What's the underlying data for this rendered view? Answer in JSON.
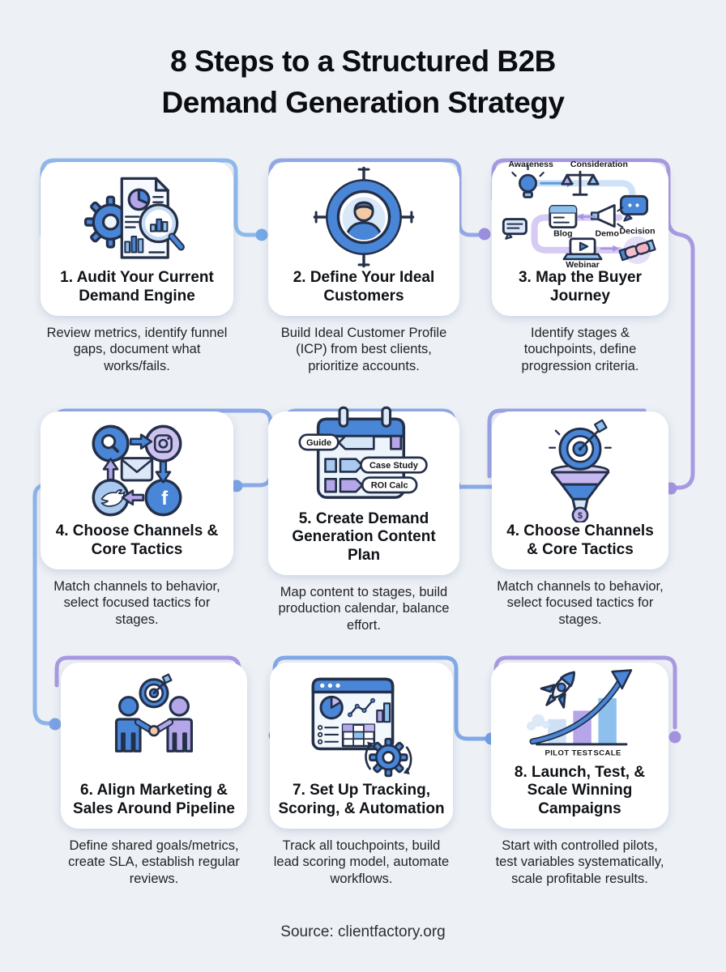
{
  "page": {
    "bg": "#edf0f5",
    "title_line1": "8 Steps to a Structured B2B",
    "title_line2": "Demand Generation Strategy",
    "source": "Source: clientfactory.org"
  },
  "colors": {
    "accent_blue": "#4a86d8",
    "accent_lavender": "#b4a6e8",
    "connector_blue": "#84ade8",
    "connector_purple": "#a79ae2",
    "card_bg": "#ffffff",
    "outline_ink": "#243049"
  },
  "steps": [
    {
      "icon": "audit-document-icon",
      "title": "1. Audit Your Current Demand Engine",
      "desc": "Review metrics, identify funnel gaps, document what works/fails."
    },
    {
      "icon": "target-customer-icon",
      "title": "2. Define Your Ideal Customers",
      "desc": "Build Ideal Customer Profile (ICP) from best clients, prioritize accounts."
    },
    {
      "icon": "buyer-journey-icon",
      "title": "3. Map the Buyer Journey",
      "desc": "Identify stages & touchpoints, define progression criteria.",
      "labels": {
        "awareness": "Awareness",
        "consideration": "Consideration",
        "blog": "Blog",
        "demo": "Demo",
        "decision": "Decision",
        "webinar": "Webinar"
      }
    },
    {
      "icon": "channels-icon",
      "title": "4. Choose Channels & Core Tactics",
      "desc": "Match channels to behavior, select focused tactics for stages.",
      "facebook_glyph": "f"
    },
    {
      "icon": "content-calendar-icon",
      "title": "5. Create Demand Generation Content Plan",
      "desc": "Map content to stages, build production calendar, balance effort.",
      "labels": {
        "guide": "Guide",
        "case_study": "Case Study",
        "roi_calc": "ROI Calc"
      }
    },
    {
      "icon": "funnel-icon",
      "title": "4. Choose Channels & Core Tactics",
      "desc": "Match channels to behavior, select focused tactics for stages.",
      "dollar_glyph": "$"
    },
    {
      "icon": "handshake-alignment-icon",
      "title": "6. Align Marketing & Sales Around Pipeline",
      "desc": "Define shared goals/metrics, create SLA, establish regular reviews."
    },
    {
      "icon": "tracking-dashboard-icon",
      "title": "7. Set Up Tracking, Scoring, & Automation",
      "desc": "Track all touchpoints, build lead scoring model, automate workflows."
    },
    {
      "icon": "launch-rocket-icon",
      "title": "8. Launch, Test, & Scale Winning Campaigns",
      "desc": "Start with controlled pilots, test variables systematically, scale profitable results.",
      "labels": {
        "pilot": "PILOT",
        "test": "TEST",
        "scale": "SCALE"
      }
    }
  ]
}
